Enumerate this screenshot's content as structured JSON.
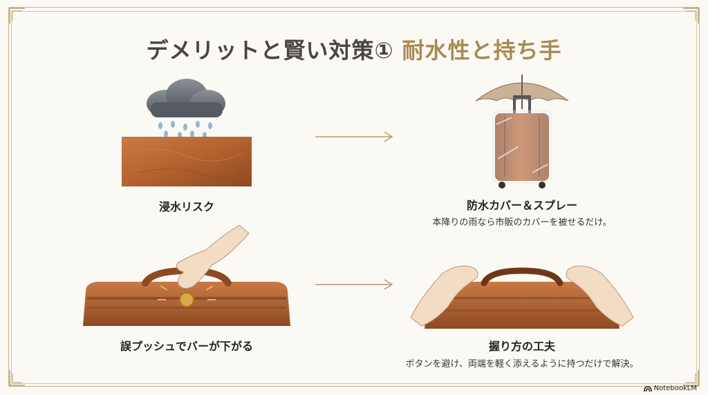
{
  "title": {
    "part1": "デメリットと賢い対策①",
    "part2": "耐水性と持ち手"
  },
  "rows": [
    {
      "problem": {
        "label": "浸水リスク",
        "icon": "rain-cloud-on-leather-icon"
      },
      "solution": {
        "label": "防水カバー＆スプレー",
        "description": "本降りの雨なら市販のカバーを被せるだけ。",
        "icon": "umbrella-covered-suitcase-icon"
      }
    },
    {
      "problem": {
        "label": "誤プッシュでバーが下がる",
        "icon": "hand-pressing-handle-button-icon"
      },
      "solution": {
        "label": "握り方の工夫",
        "description": "ボタンを避け、両端を軽く添えるように持つだけで解決。",
        "icon": "hands-holding-handle-ends-icon"
      }
    }
  ],
  "brand": {
    "name": "NotebookLM"
  },
  "colors": {
    "accent_gold": "#a88a54",
    "title_dark": "#4a4542",
    "leather": "#b4622e",
    "frame": "#cbb28c"
  }
}
